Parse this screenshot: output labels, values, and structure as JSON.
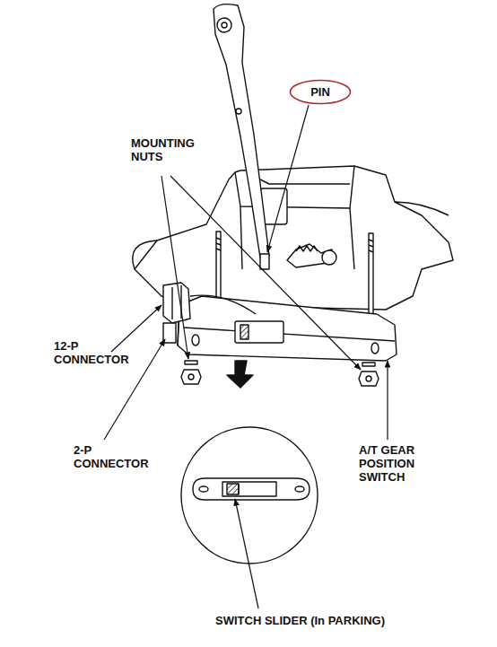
{
  "diagram": {
    "nodes": [
      {
        "text": [
          "PIN"
        ]
      }
    ],
    "labels": [
      "MOUNTING NUTS",
      "12-P CONNECTOR",
      "2-P CONNECTOR",
      "A/T GEAR POSITION SWITCH",
      "SWITCH SLIDER (In PARKING)"
    ]
  }
}
